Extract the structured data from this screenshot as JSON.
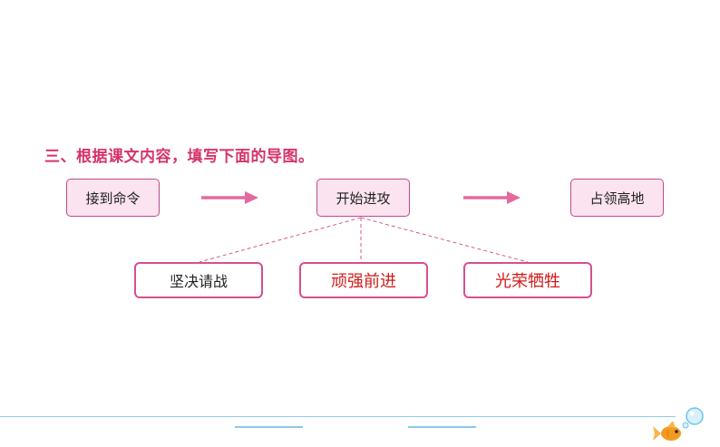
{
  "title": "三、根据课文内容，填写下面的导图。",
  "flow": {
    "steps": [
      "接到命令",
      "开始进攻",
      "占领高地"
    ]
  },
  "branches": [
    {
      "text": "坚决请战",
      "is_answer": false
    },
    {
      "text": "顽强前进",
      "is_answer": true
    },
    {
      "text": "光荣牺牲",
      "is_answer": true
    }
  ],
  "colors": {
    "heading": "#d6336c",
    "box_fill": "#fbe3ef",
    "box_border": "#c04a8c",
    "bottom_border": "#d64f91",
    "arrow": "#e5689f",
    "dash": "#d9578f",
    "answer_text": "#d11a1a",
    "normal_text": "#222222",
    "footer_line": "#8ec9e8"
  }
}
